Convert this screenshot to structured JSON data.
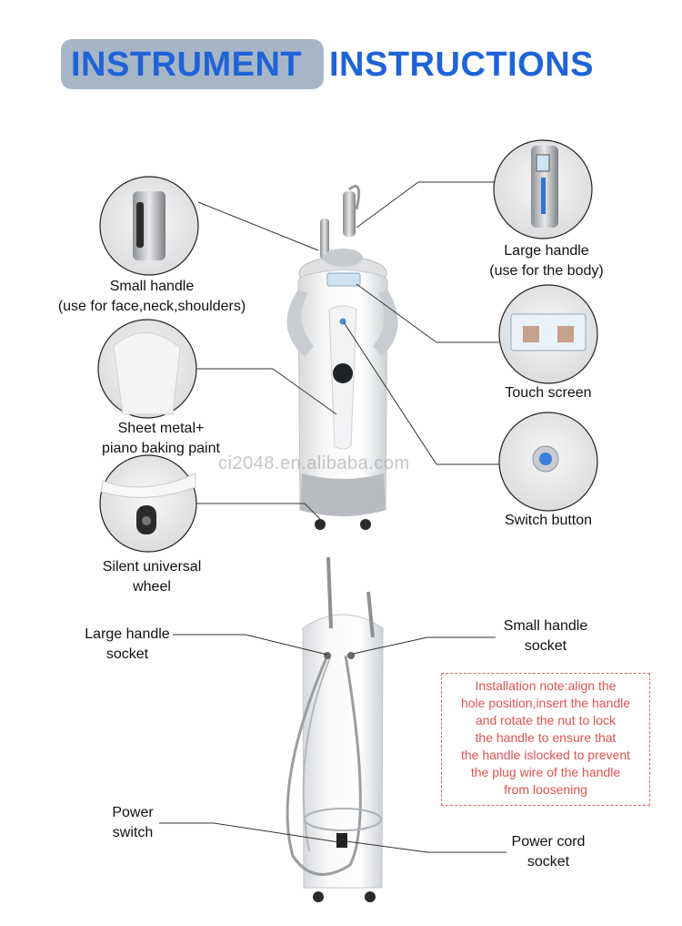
{
  "header": {
    "title_left": "INSTRUMENT",
    "title_right": "INSTRUCTIONS",
    "accent_color": "#1e63d8",
    "pill_color": "#a6b6c6"
  },
  "callouts_top": {
    "small_handle": {
      "line1": "Small handle",
      "line2": "(use for face,neck,shoulders)"
    },
    "sheet_metal": {
      "line1": "Sheet metal+",
      "line2": "piano baking paint"
    },
    "wheel": {
      "line1": "Silent universal",
      "line2": "wheel"
    },
    "large_handle": {
      "line1": "Large handle",
      "line2": "(use for the body)"
    },
    "touch_screen": {
      "line1": "Touch screen"
    },
    "switch_button": {
      "line1": "Switch button"
    }
  },
  "callouts_bottom": {
    "large_socket": {
      "line1": "Large handle",
      "line2": "socket"
    },
    "small_socket": {
      "line1": "Small handle",
      "line2": "socket"
    },
    "power_switch": {
      "line1": "Power",
      "line2": "switch"
    },
    "power_cord": {
      "line1": "Power cord",
      "line2": "socket"
    }
  },
  "installation_note": {
    "lines": [
      "Installation note:align the",
      "hole position,insert the handle",
      "and rotate the nut to lock",
      "the handle to ensure that",
      "the handle islocked to prevent",
      "the plug wire of the handle",
      "from loosening"
    ],
    "color": "#e0524f"
  },
  "watermark": "ci2048.en.alibaba.com"
}
